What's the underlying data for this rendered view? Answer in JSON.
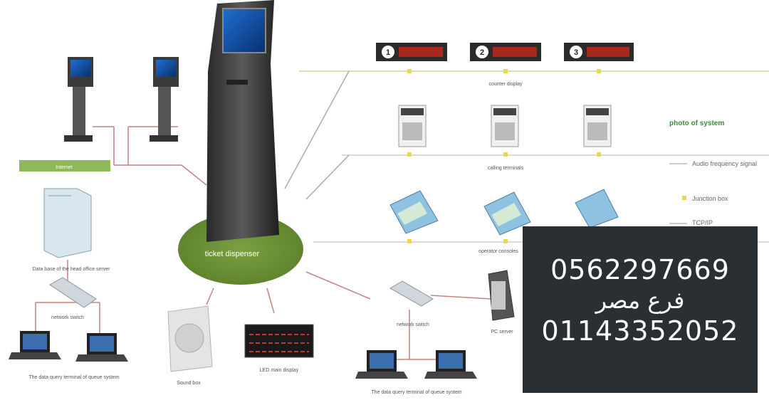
{
  "diagram": {
    "legend": {
      "title": "photo of system",
      "items": [
        "Audio frequency signal",
        "Junction box",
        "TCP/IP"
      ]
    },
    "counter_numbers": [
      "1",
      "2",
      "3"
    ],
    "labels": {
      "internet": "Internet",
      "ticket_dispenser": "ticket dispenser",
      "counter_display": "counter display",
      "calling_terminals": "calling terminals",
      "operator_consoles": "operator consoles",
      "head_office_server": "Data base of the head office server",
      "network_switch_left": "network switch",
      "network_switch_right": "network switch",
      "terminal_left": "The data query terminal of queue system",
      "terminal_right": "The data query terminal of queue system",
      "sound_box": "Sound box",
      "led_display": "LED main display",
      "pc_server": "PC server"
    }
  },
  "contact": {
    "phone_primary": "0562297669",
    "branch_label": "فرع مصر",
    "phone_branch": "01143352052"
  }
}
